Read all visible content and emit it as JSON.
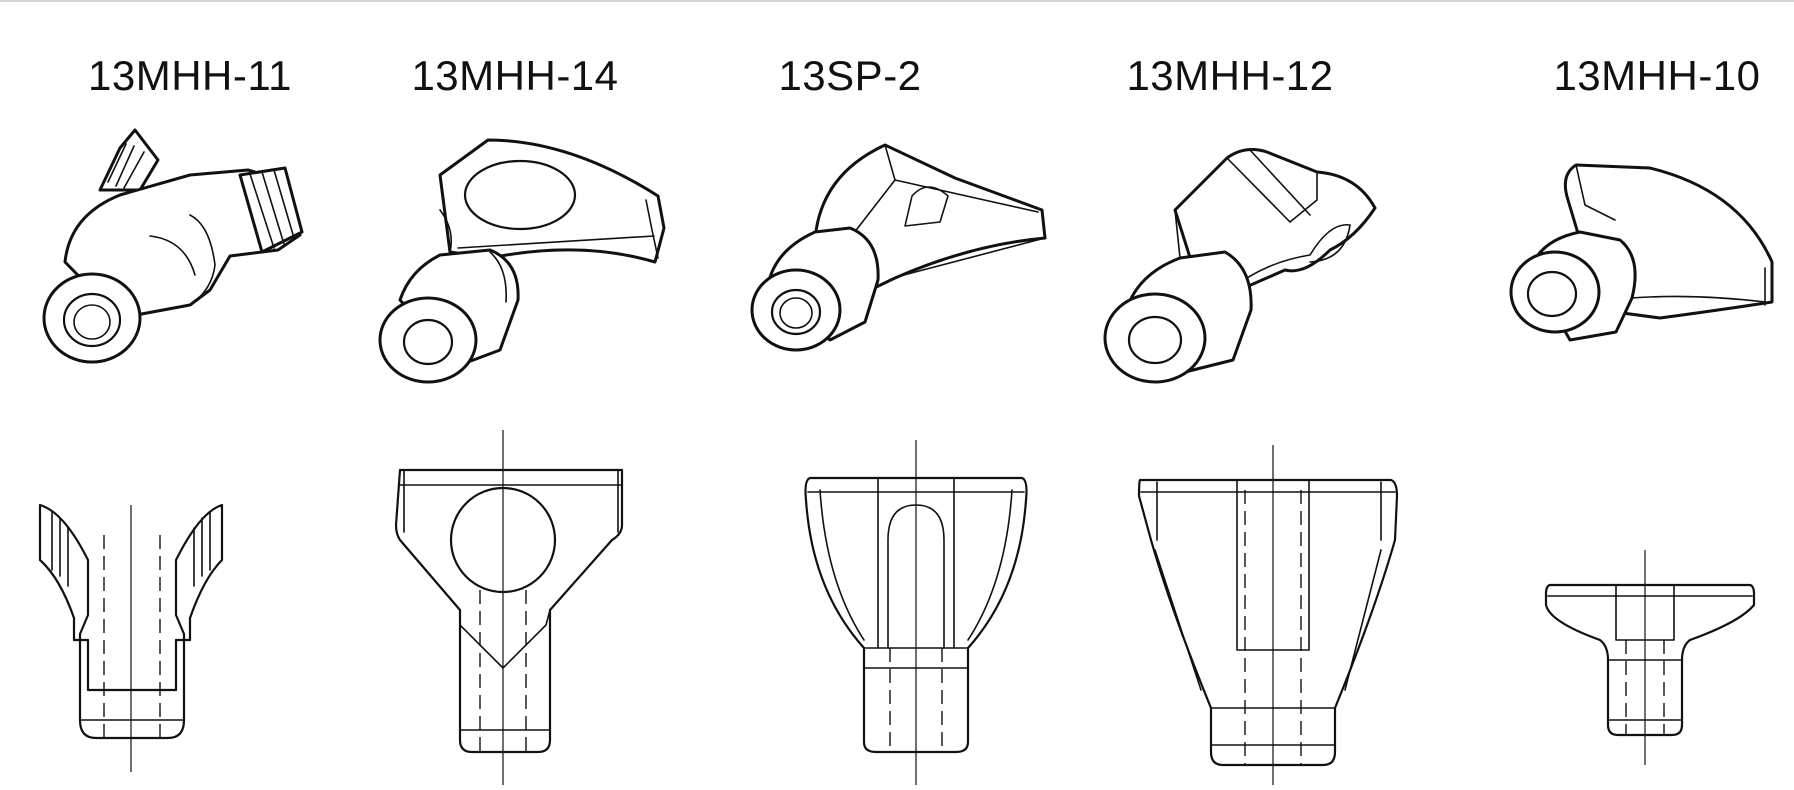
{
  "parts": [
    {
      "label": "13MHH-11",
      "iso_view": "3d-view",
      "front_view": "front-view"
    },
    {
      "label": "13MHH-14",
      "iso_view": "3d-view",
      "front_view": "front-view"
    },
    {
      "label": "13SP-2",
      "iso_view": "3d-view",
      "front_view": "front-view"
    },
    {
      "label": "13MHH-12",
      "iso_view": "3d-view",
      "front_view": "front-view"
    },
    {
      "label": "13MHH-10",
      "iso_view": "3d-view",
      "front_view": "front-view"
    }
  ],
  "colors": {
    "line": "#111111",
    "background": "#ffffff",
    "top_rule": "#d4d4d4"
  }
}
